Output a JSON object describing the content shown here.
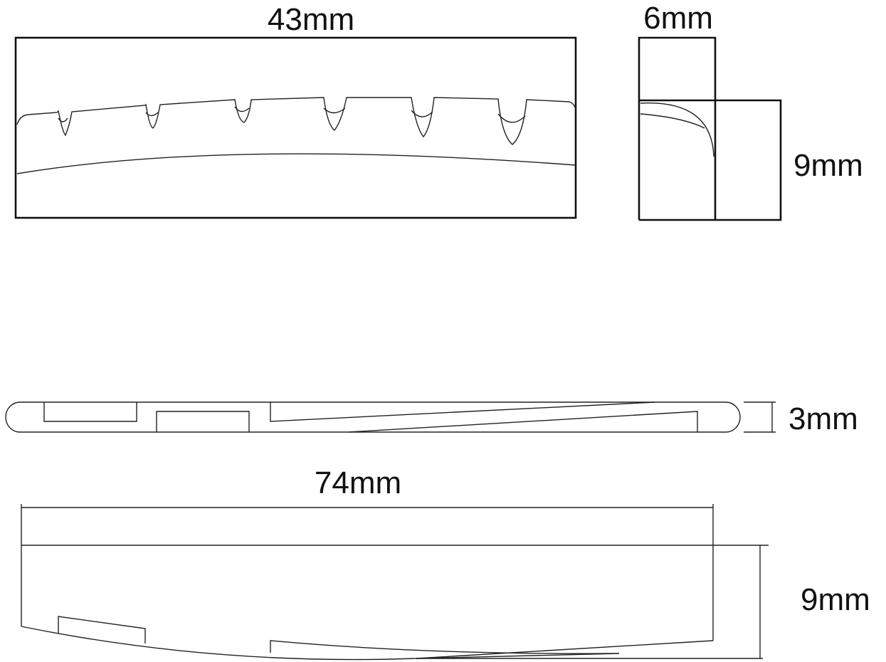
{
  "top_view": {
    "width_label": "43mm"
  },
  "end_view": {
    "width_label": "6mm",
    "height_label": "9mm"
  },
  "bottom_view": {
    "thickness_label": "3mm"
  },
  "side_view": {
    "length_label": "74mm",
    "height_label": "9mm"
  },
  "colors": {
    "line": "#222222",
    "background": "#ffffff"
  }
}
